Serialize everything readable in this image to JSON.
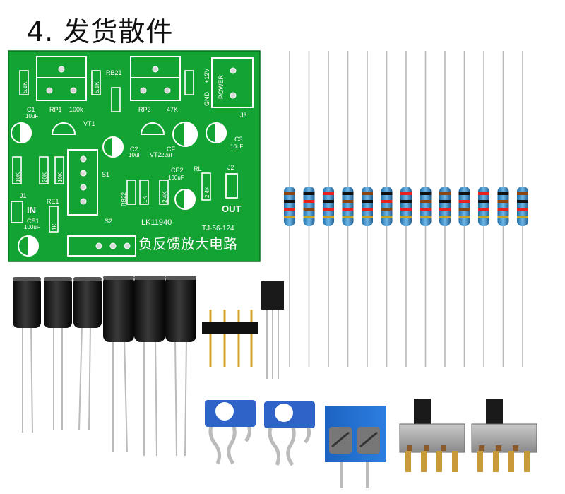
{
  "title": "4. 发货散件",
  "pcb": {
    "model": "LK11940",
    "name": "负反馈放大电路",
    "code": "TJ-56-124",
    "labels": {
      "rb21": "RB21",
      "rp1": "RP1",
      "rp1_val": "100k",
      "rp2": "RP2",
      "rp2_val": "47K",
      "vt1": "VT1",
      "vt2": "VT2",
      "c1": "C1",
      "c1_val": "10uF",
      "c2": "C2",
      "c2_val": "10uF",
      "c3": "C3",
      "c3_val": "10uF",
      "cf": "CF",
      "cf_val": "22uF",
      "ce1": "CE1",
      "ce1_val": "100uF",
      "ce2": "CE2",
      "ce2_val": "100uF",
      "s1": "S1",
      "s2": "S2",
      "j1": "J1",
      "j2": "J2",
      "j3": "J3",
      "re1": "RE1",
      "rl": "RL",
      "in": "IN",
      "out": "OUT",
      "power": "POWER",
      "gnd": "GND",
      "v12": "+12V",
      "r1": "5.1K",
      "r2": "5.1K",
      "r3": "10K",
      "r4": "20K",
      "r5": "10K",
      "r6": "2.4K",
      "r7": "1K",
      "r8": "1K",
      "r9": "2.4K",
      "rb22": "RB22"
    }
  },
  "resistor_count": 13,
  "electrolytic_small_count": 3,
  "electrolytic_large_count": 3
}
